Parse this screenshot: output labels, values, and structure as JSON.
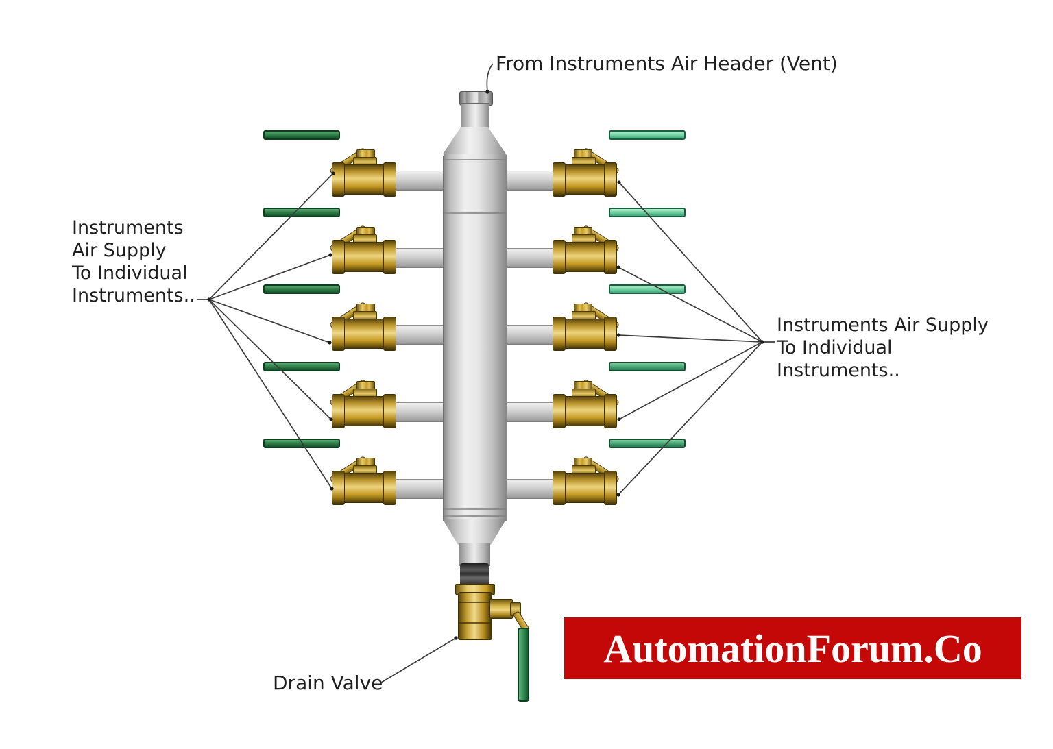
{
  "labels": {
    "vent": "From Instruments Air Header (Vent)",
    "left_supply_lines": [
      "Instruments",
      "Air Supply",
      "To Individual",
      "Instruments.."
    ],
    "right_supply_lines": [
      "Instruments Air Supply",
      "To Individual",
      "Instruments.."
    ],
    "drain": "Drain Valve"
  },
  "watermark": {
    "text": "AutomationForum.Co"
  },
  "diagram": {
    "left_valve_count": 5,
    "right_valve_count": 5
  },
  "colors": {
    "page_bg": "#ffffff",
    "banner_red": "#c40808",
    "banner_text": "#ffffff",
    "label_text": "#1f1f1f",
    "leader_line": "#3c3c3c",
    "brass": "#c9a02c",
    "manifold_gray": "#d6d6d6",
    "pipe_gray": "#c9c9c9",
    "handle_dark_green": "#2c7a45",
    "handle_mint_green": "#6fcfa2",
    "drain_handle_green": "#2f8a4e"
  }
}
